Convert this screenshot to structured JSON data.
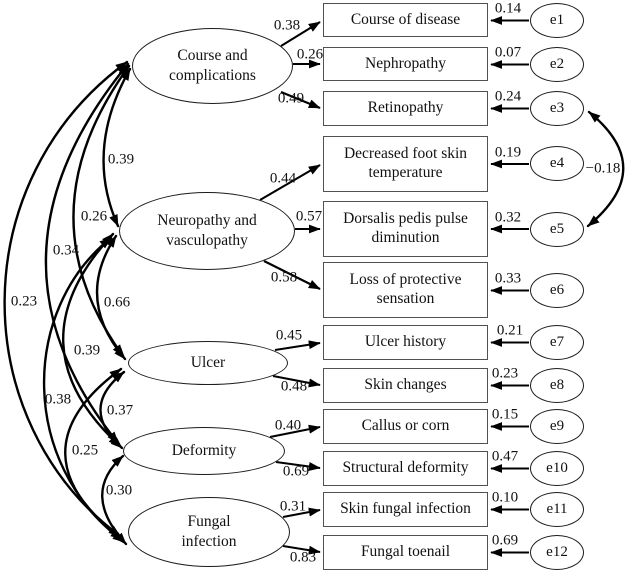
{
  "diagram_type": "structural equation model path diagram",
  "latents": [
    {
      "name": "Course and complications",
      "lines": [
        "Course and",
        "complications"
      ]
    },
    {
      "name": "Neuropathy and vasculopathy",
      "lines": [
        "Neuropathy and",
        "vasculopathy"
      ]
    },
    {
      "name": "Ulcer",
      "lines": [
        "Ulcer"
      ]
    },
    {
      "name": "Deformity",
      "lines": [
        "Deformity"
      ]
    },
    {
      "name": "Fungal infection",
      "lines": [
        "Fungal",
        "infection"
      ]
    }
  ],
  "indicators": [
    {
      "label": "Course of disease",
      "factor": "Course and complications",
      "loading": "0.38",
      "error_name": "e1",
      "error_value": "0.14"
    },
    {
      "label": "Nephropathy",
      "factor": "Course and complications",
      "loading": "0.26",
      "error_name": "e2",
      "error_value": "0.07"
    },
    {
      "label": "Retinopathy",
      "factor": "Course and complications",
      "loading": "0.49",
      "error_name": "e3",
      "error_value": "0.24"
    },
    {
      "label": "Decreased foot skin temperature",
      "factor": "Neuropathy and vasculopathy",
      "loading": "0.44",
      "error_name": "e4",
      "error_value": "0.19"
    },
    {
      "label": "Dorsalis pedis pulse diminution",
      "factor": "Neuropathy and vasculopathy",
      "loading": "0.57",
      "error_name": "e5",
      "error_value": "0.32"
    },
    {
      "label": "Loss of protective sensation",
      "factor": "Neuropathy and vasculopathy",
      "loading": "0.58",
      "error_name": "e6",
      "error_value": "0.33"
    },
    {
      "label": "Ulcer history",
      "factor": "Ulcer",
      "loading": "0.45",
      "error_name": "e7",
      "error_value": "0.21"
    },
    {
      "label": "Skin changes",
      "factor": "Ulcer",
      "loading": "0.48",
      "error_name": "e8",
      "error_value": "0.23"
    },
    {
      "label": "Callus or corn",
      "factor": "Deformity",
      "loading": "0.40",
      "error_name": "e9",
      "error_value": "0.15"
    },
    {
      "label": "Structural deformity",
      "factor": "Deformity",
      "loading": "0.69",
      "error_name": "e10",
      "error_value": "0.47"
    },
    {
      "label": "Skin fungal infection",
      "factor": "Fungal infection",
      "loading": "0.31",
      "error_name": "e11",
      "error_value": "0.10"
    },
    {
      "label": "Fungal toenail",
      "factor": "Fungal infection",
      "loading": "0.83",
      "error_name": "e12",
      "error_value": "0.69"
    }
  ],
  "correlations": [
    {
      "between": [
        "Course and complications",
        "Neuropathy and vasculopathy"
      ],
      "value": "0.39"
    },
    {
      "between": [
        "Course and complications",
        "Ulcer"
      ],
      "value": "0.26"
    },
    {
      "between": [
        "Course and complications",
        "Deformity"
      ],
      "value": "0.34"
    },
    {
      "between": [
        "Course and complications",
        "Fungal infection"
      ],
      "value": "0.23"
    },
    {
      "between": [
        "Neuropathy and vasculopathy",
        "Ulcer"
      ],
      "value": "0.66"
    },
    {
      "between": [
        "Neuropathy and vasculopathy",
        "Deformity"
      ],
      "value": "0.39"
    },
    {
      "between": [
        "Neuropathy and vasculopathy",
        "Fungal infection"
      ],
      "value": "0.38"
    },
    {
      "between": [
        "Ulcer",
        "Deformity"
      ],
      "value": "0.37"
    },
    {
      "between": [
        "Ulcer",
        "Fungal infection"
      ],
      "value": "0.25"
    },
    {
      "between": [
        "Deformity",
        "Fungal infection"
      ],
      "value": "0.30"
    }
  ],
  "error_correlation": {
    "between": [
      "e3",
      "e5"
    ],
    "value": "−0.18"
  },
  "colors": {
    "line": "#000000",
    "box_border": "#515153",
    "background": "#ffffff"
  }
}
